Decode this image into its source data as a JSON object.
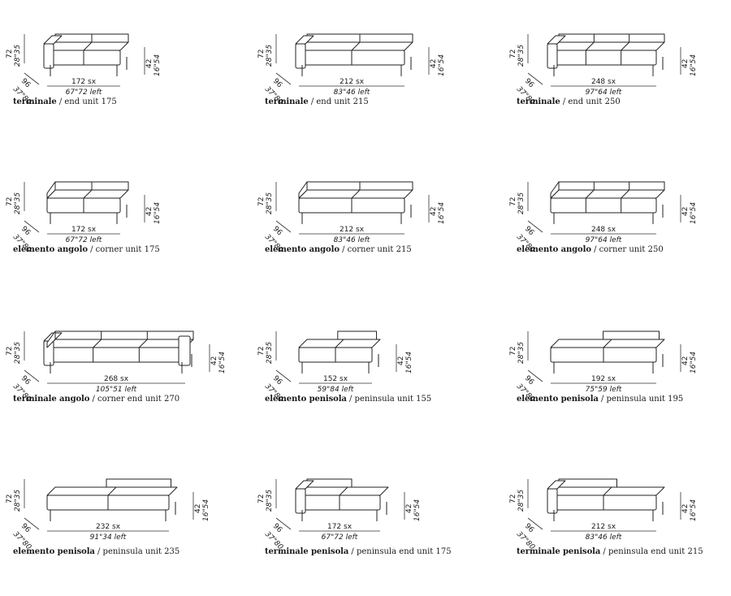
{
  "units": [
    {
      "height_cm": "72",
      "height_in": "28\"35",
      "depth_cm": "96",
      "depth_in": "37\"80",
      "seat_cm": "42",
      "seat_in": "16\"54",
      "width_cm": "172 sx",
      "width_in": "67\"72 left",
      "name_it": "terminale",
      "name_en": " / end unit 175",
      "type": "end",
      "seats": 2
    },
    {
      "height_cm": "72",
      "height_in": "28\"35",
      "depth_cm": "96",
      "depth_in": "37\"80",
      "seat_cm": "42",
      "seat_in": "16\"54",
      "width_cm": "212 sx",
      "width_in": "83\"46 left",
      "name_it": "terminale",
      "name_en": " / end unit 215",
      "type": "end",
      "seats": 2
    },
    {
      "height_cm": "72",
      "height_in": "28\"35",
      "depth_cm": "96",
      "depth_in": "37\"80",
      "seat_cm": "42",
      "seat_in": "16\"54",
      "width_cm": "248 sx",
      "width_in": "97\"64 left",
      "name_it": "terminale",
      "name_en": " / end unit 250",
      "type": "end",
      "seats": 3
    },
    {
      "height_cm": "72",
      "height_in": "28\"35",
      "depth_cm": "96",
      "depth_in": "37\"80",
      "seat_cm": "42",
      "seat_in": "16\"54",
      "width_cm": "172 sx",
      "width_in": "67\"72 left",
      "name_it": "elemento angolo",
      "name_en": " / corner unit 175",
      "type": "corner",
      "seats": 2
    },
    {
      "height_cm": "72",
      "height_in": "28\"35",
      "depth_cm": "96",
      "depth_in": "37\"80",
      "seat_cm": "42",
      "seat_in": "16\"54",
      "width_cm": "212 sx",
      "width_in": "83\"46 left",
      "name_it": "elemento angolo",
      "name_en": " / corner unit 215",
      "type": "corner",
      "seats": 2
    },
    {
      "height_cm": "72",
      "height_in": "28\"35",
      "depth_cm": "96",
      "depth_in": "37\"80",
      "seat_cm": "42",
      "seat_in": "16\"54",
      "width_cm": "248 sx",
      "width_in": "97\"64 left",
      "name_it": "elemento angolo",
      "name_en": " / corner unit 250",
      "type": "corner",
      "seats": 3
    },
    {
      "height_cm": "72",
      "height_in": "28\"35",
      "depth_cm": "96",
      "depth_in": "37\"80",
      "seat_cm": "42",
      "seat_in": "16\"54",
      "width_cm": "268 sx",
      "width_in": "105\"51 left",
      "name_it": "terminale angolo",
      "name_en": " / corner end unit 270",
      "type": "corner-end",
      "seats": 3
    },
    {
      "height_cm": "72",
      "height_in": "28\"35",
      "depth_cm": "96",
      "depth_in": "37\"80",
      "seat_cm": "42",
      "seat_in": "16\"54",
      "width_cm": "152 sx",
      "width_in": "59\"84 left",
      "name_it": "elemento penisola",
      "name_en": " / peninsula unit 155",
      "type": "peninsula",
      "seats": 2
    },
    {
      "height_cm": "72",
      "height_in": "28\"35",
      "depth_cm": "96",
      "depth_in": "37\"80",
      "seat_cm": "42",
      "seat_in": "16\"54",
      "width_cm": "192 sx",
      "width_in": "75\"59 left",
      "name_it": "elemento penisola",
      "name_en": " / peninsula unit 195",
      "type": "peninsula",
      "seats": 2
    },
    {
      "height_cm": "72",
      "height_in": "28\"35",
      "depth_cm": "96",
      "depth_in": "37\"80",
      "seat_cm": "42",
      "seat_in": "16\"54",
      "width_cm": "232 sx",
      "width_in": "91\"34 left",
      "name_it": "elemento penisola",
      "name_en": " / peninsula unit 235",
      "type": "peninsula",
      "seats": 2
    },
    {
      "height_cm": "72",
      "height_in": "28\"35",
      "depth_cm": "96",
      "depth_in": "37\"80",
      "seat_cm": "42",
      "seat_in": "16\"54",
      "width_cm": "172 sx",
      "width_in": "67\"72 left",
      "name_it": "terminale penisola",
      "name_en": " / peninsula end unit 175",
      "type": "peninsula-end",
      "seats": 2
    },
    {
      "height_cm": "72",
      "height_in": "28\"35",
      "depth_cm": "96",
      "depth_in": "37\"80",
      "seat_cm": "42",
      "seat_in": "16\"54",
      "width_cm": "212 sx",
      "width_in": "83\"46 left",
      "name_it": "terminale penisola",
      "name_en": " / peninsula end unit 215",
      "type": "peninsula-end",
      "seats": 2
    }
  ]
}
